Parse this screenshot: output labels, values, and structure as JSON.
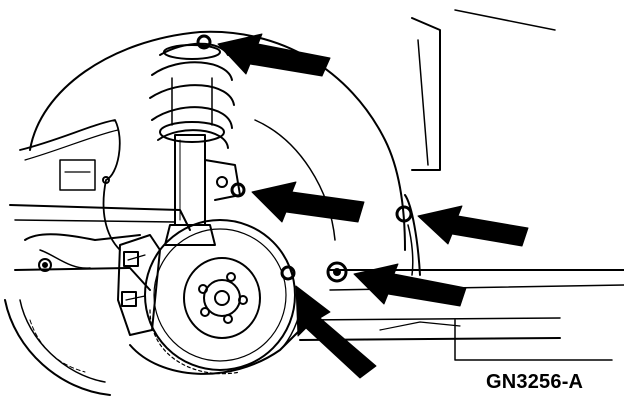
{
  "figure": {
    "id_label": "GN3256-A"
  },
  "colors": {
    "line": "#000000",
    "background": "#ffffff"
  },
  "callouts": [
    {
      "name": "fastener-callout-1",
      "target": "upper-strut-mount-nut"
    },
    {
      "name": "fastener-callout-2",
      "target": "strut-bracket-fastener"
    },
    {
      "name": "fastener-callout-3",
      "target": "body-panel-fastener"
    },
    {
      "name": "fastener-callout-4",
      "target": "splash-shield-fastener"
    },
    {
      "name": "fastener-callout-5",
      "target": "lower-fastener"
    }
  ]
}
